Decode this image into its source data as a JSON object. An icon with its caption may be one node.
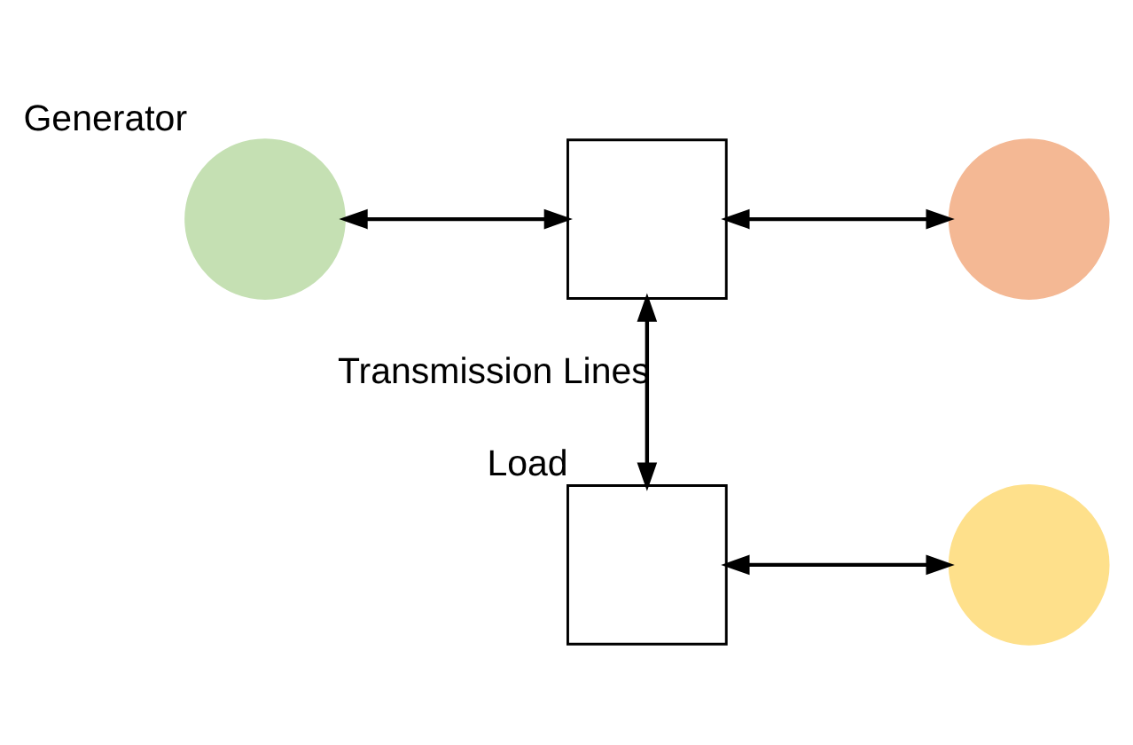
{
  "diagram": {
    "nodes": [
      {
        "text": [],
        "shape": "box"
      },
      {
        "text": [],
        "shape": "circle"
      },
      {
        "text": [],
        "shape": "circle",
        "beside": [
          "Generator"
        ]
      },
      {
        "text": [],
        "shape": "box",
        "beside": [
          "Load"
        ]
      },
      {
        "text": [],
        "shape": "circle"
      }
    ],
    "edges": [
      {
        "from": 2,
        "to": 0,
        "arrow": "both"
      },
      {
        "from": 0,
        "to": 1,
        "arrow": "both"
      },
      {
        "from": 0,
        "to": 3,
        "arrow": "both",
        "label": "Transmission Lines"
      },
      {
        "from": 3,
        "to": 4,
        "arrow": "both"
      }
    ]
  }
}
